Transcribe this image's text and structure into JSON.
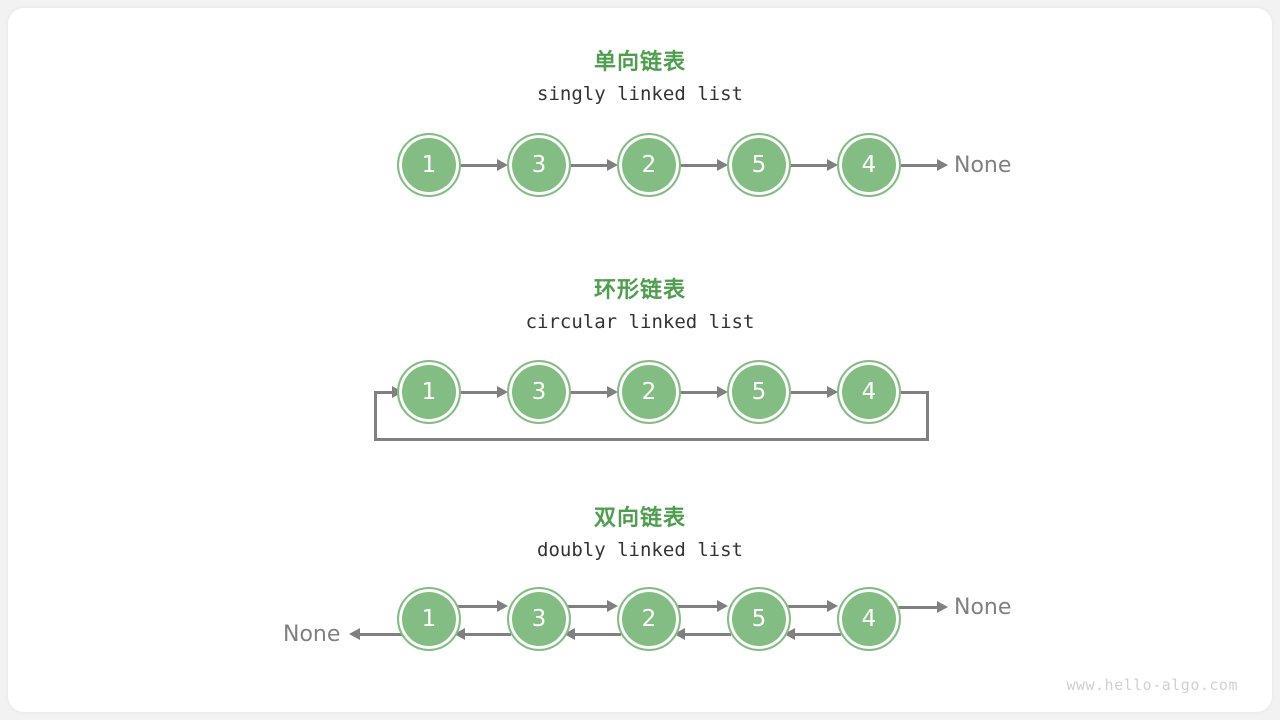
{
  "watermark": "www.hello-algo.com",
  "colors": {
    "node_fill": "#84bd84",
    "node_ring": "#84bd84",
    "node_gap": "#ffffff",
    "title_green": "#4f9d4f",
    "arrow_gray": "#808080",
    "subtitle_gray": "#333333",
    "watermark_gray": "#d0d0d0",
    "card_bg": "#ffffff",
    "page_bg": "#f2f2f2"
  },
  "sections": [
    {
      "key": "singly",
      "title": "单向链表",
      "subtitle": "singly linked list",
      "nodes": [
        "1",
        "3",
        "2",
        "5",
        "4"
      ],
      "tail_label": "None",
      "head_label": null
    },
    {
      "key": "circular",
      "title": "环形链表",
      "subtitle": "circular linked list",
      "nodes": [
        "1",
        "3",
        "2",
        "5",
        "4"
      ],
      "tail_label": null,
      "head_label": null
    },
    {
      "key": "doubly",
      "title": "双向链表",
      "subtitle": "doubly linked list",
      "nodes": [
        "1",
        "3",
        "2",
        "5",
        "4"
      ],
      "tail_label": "None",
      "head_label": "None"
    }
  ]
}
